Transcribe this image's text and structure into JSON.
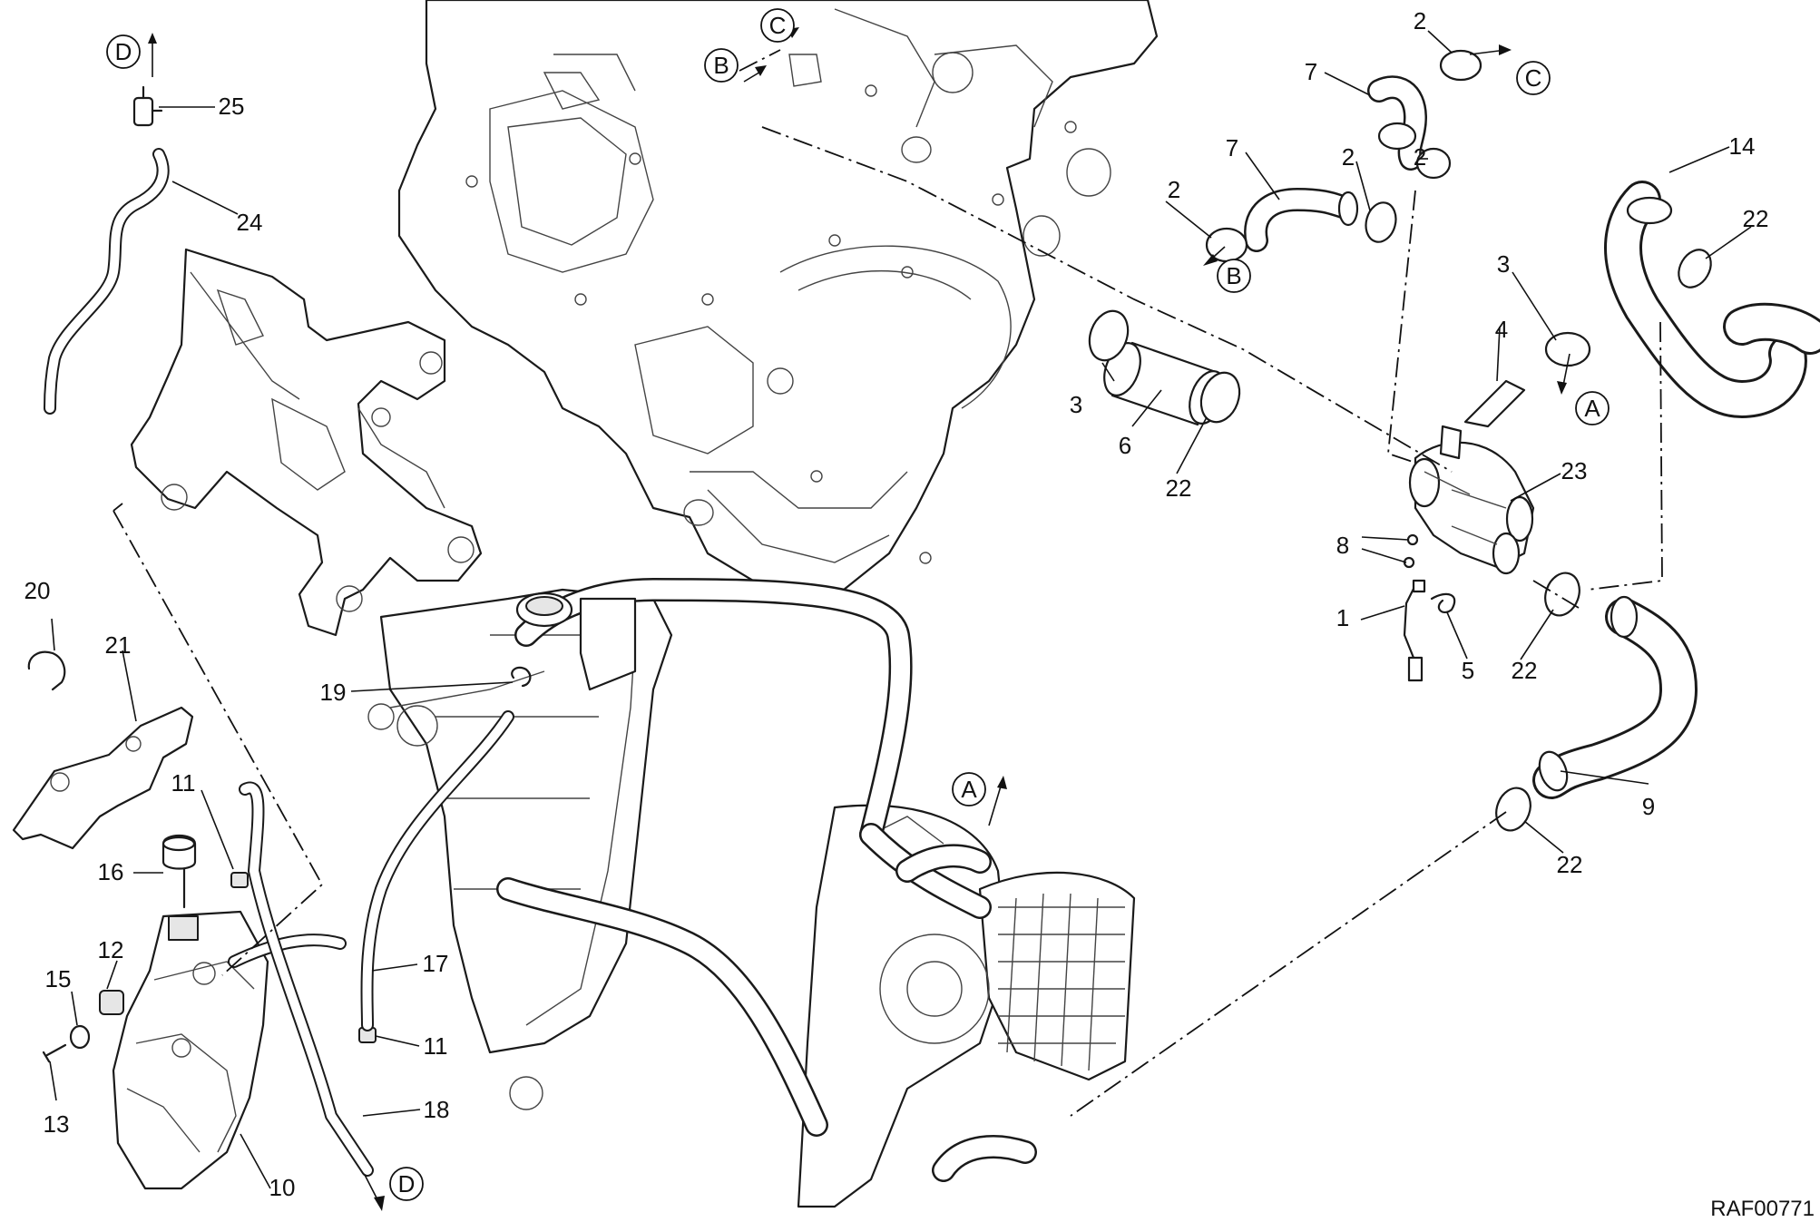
{
  "drawing_code": "RAF00771",
  "parts": [
    {
      "ref": "1"
    },
    {
      "ref": "2"
    },
    {
      "ref": "3"
    },
    {
      "ref": "4"
    },
    {
      "ref": "5"
    },
    {
      "ref": "6"
    },
    {
      "ref": "7"
    },
    {
      "ref": "8"
    },
    {
      "ref": "9"
    },
    {
      "ref": "10"
    },
    {
      "ref": "11"
    },
    {
      "ref": "12"
    },
    {
      "ref": "13"
    },
    {
      "ref": "14"
    },
    {
      "ref": "15"
    },
    {
      "ref": "16"
    },
    {
      "ref": "17"
    },
    {
      "ref": "18"
    },
    {
      "ref": "19"
    },
    {
      "ref": "20"
    },
    {
      "ref": "21"
    },
    {
      "ref": "22"
    },
    {
      "ref": "23"
    },
    {
      "ref": "24"
    },
    {
      "ref": "25"
    }
  ],
  "connectors": [
    "A",
    "B",
    "C",
    "D"
  ]
}
